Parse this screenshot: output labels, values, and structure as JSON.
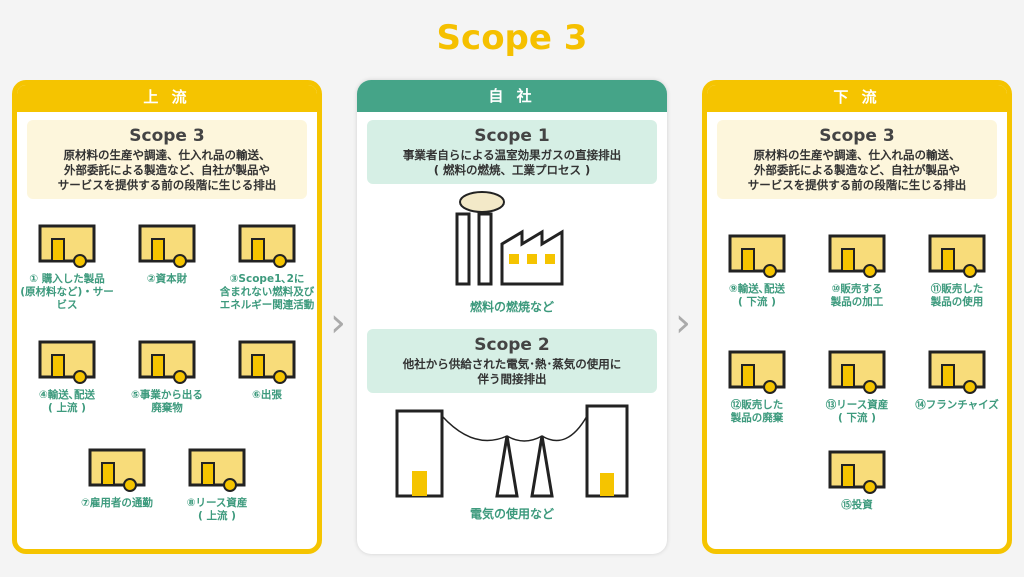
{
  "title": "Scope 3",
  "upstream": {
    "header": "上 流",
    "scope": "Scope 3",
    "desc": "原材料の生産や調達、仕入れ品の輸送、\n外部委託による製造など、自社が製品や\nサービスを提供する前の段階に生じる排出",
    "items": [
      {
        "label": "① 購入した製品\n(原材料など)・サービス",
        "icon": "materials-icon"
      },
      {
        "label": "②資本財",
        "icon": "warehouse-icon"
      },
      {
        "label": "③Scope1､2に\n含まれない燃料及び\nエネルギー関連活動",
        "icon": "oil-rig-icon"
      },
      {
        "label": "④輸送､配送\n( 上流 )",
        "icon": "truck-icon"
      },
      {
        "label": "⑤事業から出る\n廃棄物",
        "icon": "factory-waste-icon"
      },
      {
        "label": "⑥出張",
        "icon": "plane-train-icon"
      },
      {
        "label": "⑦雇用者の通勤",
        "icon": "commute-icon"
      },
      {
        "label": "⑧リース資産\n( 上流 )",
        "icon": "lease-assets-icon"
      }
    ]
  },
  "company": {
    "header": "自 社",
    "scope1": {
      "title": "Scope 1",
      "desc": "事業者自らによる温室効果ガスの直接排出\n( 燃料の燃焼、工業プロセス )",
      "caption": "燃料の燃焼など",
      "icon": "factory-smoke-icon"
    },
    "scope2": {
      "title": "Scope 2",
      "desc": "他社から供給された電気･熱･蒸気の使用に\n伴う間接排出",
      "caption": "電気の使用など",
      "icon": "power-line-icon"
    }
  },
  "downstream": {
    "header": "下 流",
    "scope": "Scope 3",
    "desc": "原材料の生産や調達、仕入れ品の輸送、\n外部委託による製造など、自社が製品や\nサービスを提供する前の段階に生じる排出",
    "items": [
      {
        "label": "⑨輸送､配送\n( 下流 )",
        "icon": "truck-icon"
      },
      {
        "label": "⑩販売する\n製品の加工",
        "icon": "conveyor-icon"
      },
      {
        "label": "⑪販売した\n製品の使用",
        "icon": "appliance-icon"
      },
      {
        "label": "⑫販売した\n製品の廃棄",
        "icon": "trash-icon"
      },
      {
        "label": "⑬リース資産\n( 下流 )",
        "icon": "lease-assets-icon"
      },
      {
        "label": "⑭フランチャイズ",
        "icon": "store-icon"
      },
      {
        "label": "⑮投資",
        "icon": "investment-icon"
      }
    ]
  },
  "colors": {
    "yellow": "#f5c400",
    "green": "#45a488",
    "text_green": "#3d9a7d"
  }
}
